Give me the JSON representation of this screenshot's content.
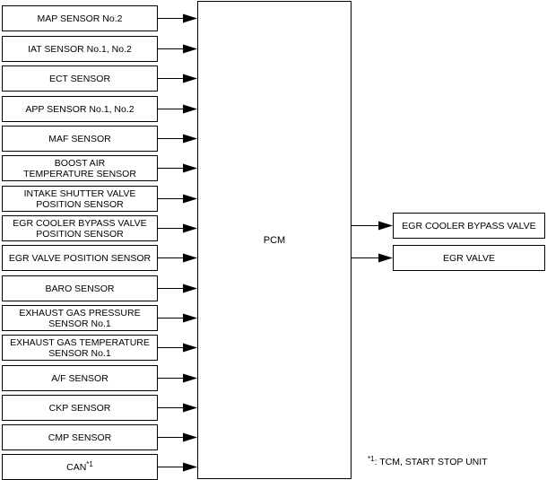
{
  "inputs": [
    {
      "line1": "MAP SENSOR No.2"
    },
    {
      "line1": "IAT SENSOR No.1, No.2"
    },
    {
      "line1": "ECT SENSOR"
    },
    {
      "line1": "APP SENSOR No.1, No.2"
    },
    {
      "line1": "MAF SENSOR"
    },
    {
      "line1": "BOOST AIR",
      "line2": "TEMPERATURE SENSOR"
    },
    {
      "line1": "INTAKE SHUTTER VALVE",
      "line2": "POSITION SENSOR"
    },
    {
      "line1": "EGR COOLER BYPASS VALVE",
      "line2": "POSITION SENSOR"
    },
    {
      "line1": "EGR VALVE POSITION SENSOR"
    },
    {
      "line1": "BARO SENSOR"
    },
    {
      "line1": "EXHAUST GAS PRESSURE",
      "line2": "SENSOR No.1"
    },
    {
      "line1": "EXHAUST GAS TEMPERATURE",
      "line2": "SENSOR No.1"
    },
    {
      "line1": "A/F SENSOR"
    },
    {
      "line1": "CKP SENSOR"
    },
    {
      "line1": "CMP SENSOR"
    },
    {
      "line1": "CAN",
      "sup": "*1"
    }
  ],
  "pcm": {
    "label": "PCM"
  },
  "outputs": [
    {
      "line1": "EGR COOLER BYPASS VALVE"
    },
    {
      "line1": "EGR VALVE"
    }
  ],
  "note": {
    "mark": "*1",
    "text": ": TCM, START STOP UNIT"
  }
}
